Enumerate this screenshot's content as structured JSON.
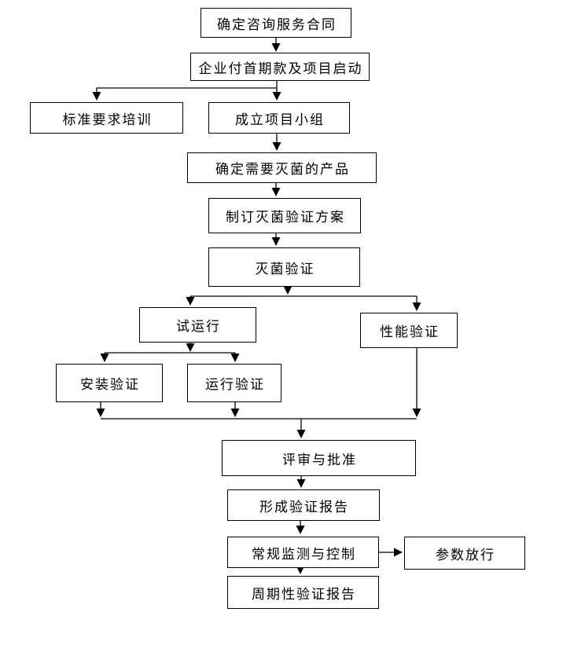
{
  "diagram": {
    "type": "flowchart",
    "background_color": "#ffffff",
    "line_color": "#000000",
    "box_border_color": "#000000",
    "text_color": "#000000",
    "nodes": [
      {
        "label": "确定咨询服务合同"
      },
      {
        "label": "企业付首期款及项目启动"
      },
      {
        "label": "标准要求培训"
      },
      {
        "label": "成立项目小组"
      },
      {
        "label": "确定需要灭菌的产品"
      },
      {
        "label": "制订灭菌验证方案"
      },
      {
        "label": "灭菌验证"
      },
      {
        "label": "试运行"
      },
      {
        "label": "性能验证"
      },
      {
        "label": "安装验证"
      },
      {
        "label": "运行验证"
      },
      {
        "label": "评审与批准"
      },
      {
        "label": "形成验证报告"
      },
      {
        "label": "常规监测与控制"
      },
      {
        "label": "参数放行"
      },
      {
        "label": "周期性验证报告"
      }
    ]
  }
}
